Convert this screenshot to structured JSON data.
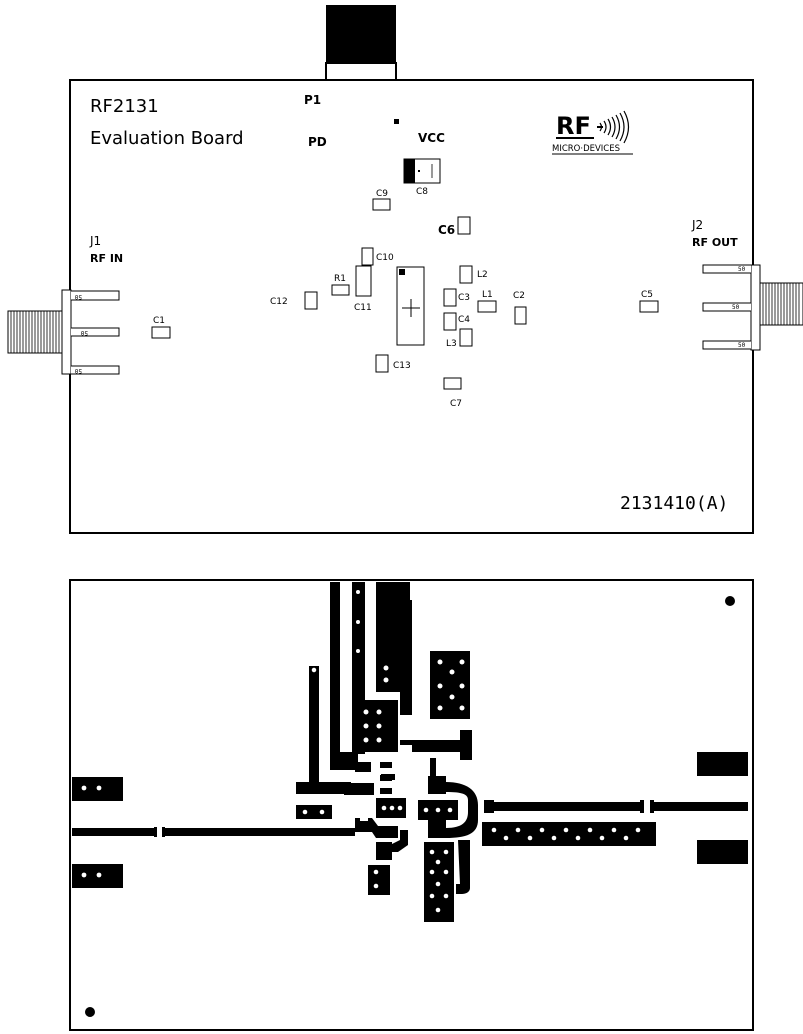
{
  "silkscreen": {
    "part_number": "RF2131",
    "board_title": "Evaluation Board",
    "p1_label": "P1",
    "pd_label": "PD",
    "vcc_label": "VCC",
    "j1_label": "J1",
    "j1_desc": "RF IN",
    "j2_label": "J2",
    "j2_desc": "RF OUT",
    "logo_text": "RF",
    "logo_subtext": "MICRO·DEVICES",
    "board_code": "2131410(A)",
    "components": {
      "c1": "C1",
      "c2": "C2",
      "c3": "C3",
      "c4": "C4",
      "c5": "C5",
      "c6": "C6",
      "c7": "C7",
      "c8": "C8",
      "c9": "C9",
      "c10": "C10",
      "c11": "C11",
      "c12": "C12",
      "c13": "C13",
      "r1": "R1",
      "l1": "L1",
      "l2": "L2",
      "l3": "L3"
    },
    "sma_pin_label": "50"
  }
}
